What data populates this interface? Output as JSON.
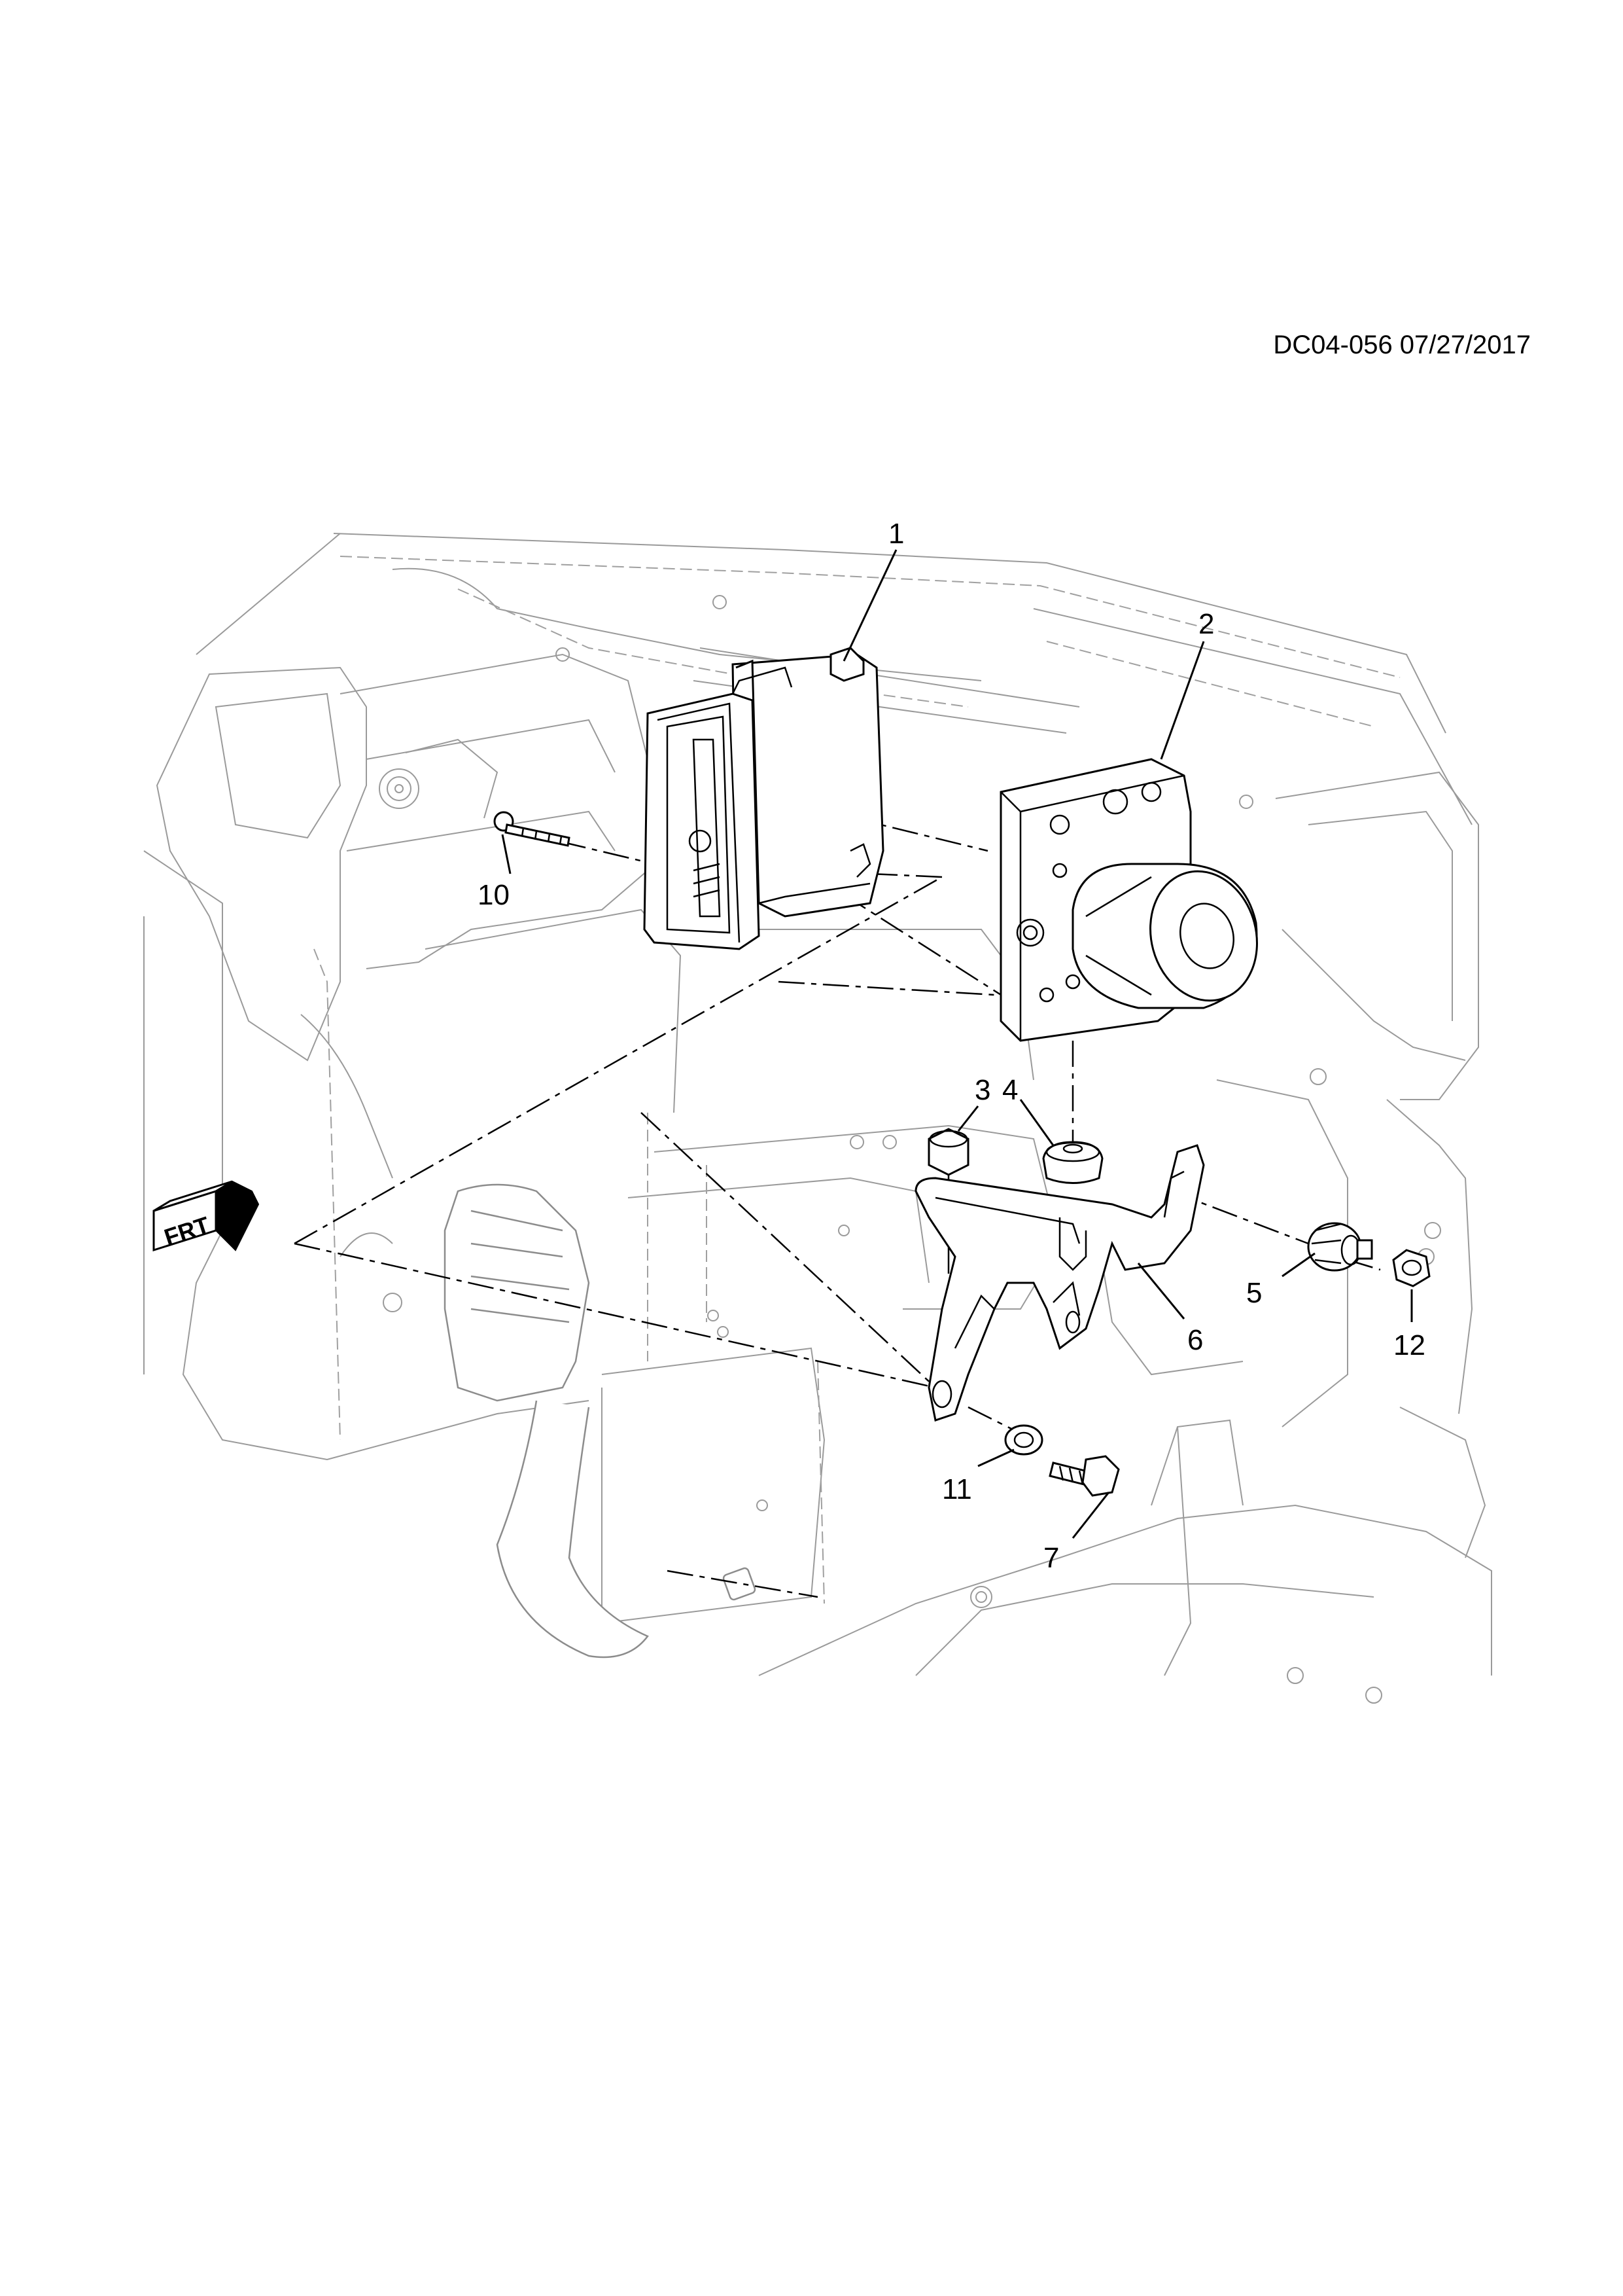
{
  "document_id": "DC04-056 07/27/2017",
  "direction_indicator": "FRT",
  "callouts": [
    {
      "id": "1",
      "label": "1"
    },
    {
      "id": "2",
      "label": "2"
    },
    {
      "id": "3",
      "label": "3"
    },
    {
      "id": "4",
      "label": "4"
    },
    {
      "id": "5",
      "label": "5"
    },
    {
      "id": "6",
      "label": "6"
    },
    {
      "id": "7",
      "label": "7"
    },
    {
      "id": "10",
      "label": "10"
    },
    {
      "id": "11",
      "label": "11"
    },
    {
      "id": "12",
      "label": "12"
    }
  ]
}
